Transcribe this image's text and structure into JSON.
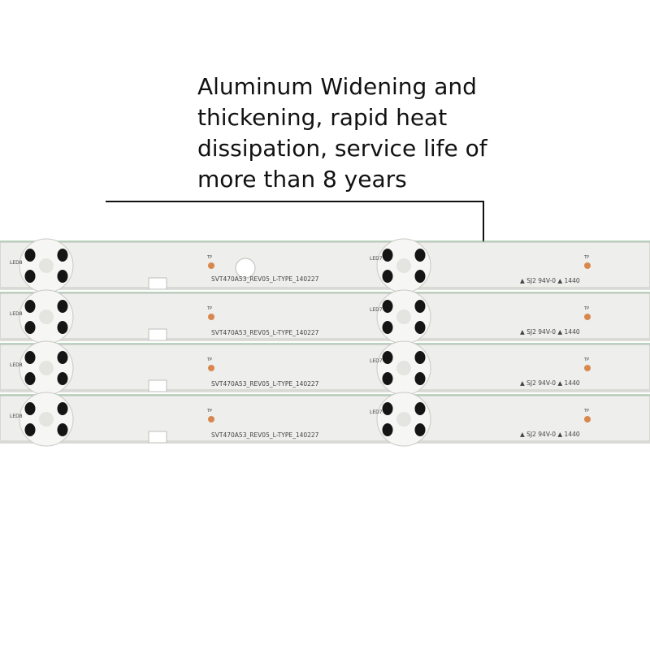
{
  "callout": {
    "lines": [
      "Aluminum Widening and",
      "thickening, rapid heat",
      "dissipation, service life of",
      "more than 8 years"
    ]
  },
  "strips": [
    {
      "part_number": "SVT470A53_REV05_L-TYPE_140227",
      "marking": "SJ2 94V-0",
      "date_code": "1440",
      "led_left": "LED8",
      "led_right": "LED7",
      "pad_label": "TP"
    },
    {
      "part_number": "SVT470A53_REV05_L-TYPE_140227",
      "marking": "SJ2 94V-0",
      "date_code": "1440",
      "led_left": "LED8",
      "led_right": "LED7",
      "pad_label": "TP"
    },
    {
      "part_number": "SVT470A53_REV05_L-TYPE_140227",
      "marking": "SJ2 94V-0",
      "date_code": "1440",
      "led_left": "LED8",
      "led_right": "LED7",
      "pad_label": "TP"
    },
    {
      "part_number": "SVT470A53_REV05_L-TYPE_140227",
      "marking": "SJ2 94V-0",
      "date_code": "1440",
      "led_left": "LED8",
      "led_right": "LED7",
      "pad_label": "TP"
    }
  ],
  "colors": {
    "strip_fill": "#eeeeec",
    "strip_edge": "#bdbdb8",
    "lens_fill": "#f6f6f4",
    "lens_post": "#151515",
    "pad": "#d8884f",
    "green_edge": "#7fb58a",
    "callout_text": "#111111"
  }
}
